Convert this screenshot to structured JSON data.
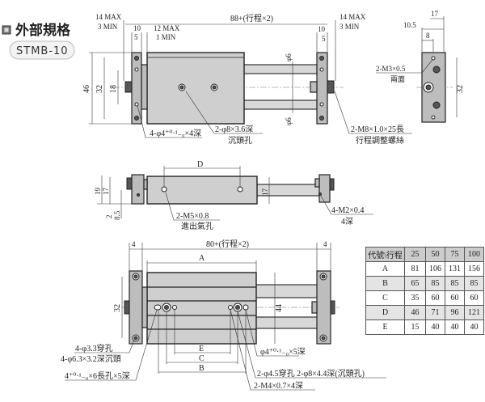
{
  "header": {
    "title": "外部規格",
    "model": "STMB-10",
    "bullet_icon": "square-bullet-icon"
  },
  "top_view": {
    "left_max": "14 MAX",
    "left_min": "3 MIN",
    "total": "88+(行程×2)",
    "dim_10_left": "10",
    "dim_5_left": "5",
    "mid_max": "12 MAX",
    "mid_min": "1 MIN",
    "dim_10_right": "10",
    "dim_5_right": "5",
    "right_max": "14 MAX",
    "right_min": "3 MIN",
    "h46": "46",
    "h32": "32",
    "h18": "18",
    "phi6_top": "φ6",
    "phi6_bottom": "φ6",
    "note_holes": "4-φ4⁺⁰·¹₋₀×4深",
    "note_cbore": "2-φ8×3.6深",
    "note_cbore_sub": "沉頭孔",
    "note_screw": "2-M8×1.0×25長",
    "note_screw_sub": "行程調整螺絲"
  },
  "end_view": {
    "w17": "17",
    "w10_5": "10.5",
    "w8": "8",
    "note": "2-M3×0.5",
    "note_sub": "兩面",
    "h32": "32"
  },
  "side_view": {
    "D": "D",
    "h19": "19",
    "h17": "17",
    "h2": "2",
    "h8_5": "8.5",
    "h17_right": "17",
    "note_port": "2-M5×0.8",
    "note_port_sub": "進出氣孔",
    "note_tap": "4-M2×0.4",
    "note_tap_sub": "4深"
  },
  "bottom_view": {
    "left4": "4",
    "total": "80+(行程×2)",
    "right4": "4",
    "A": "A",
    "h32": "32",
    "h44": "44",
    "E": "E",
    "C": "C",
    "B": "B",
    "note1": "4-φ3.3穿孔",
    "note2": "4-φ6.3×3.2深沉頭",
    "note3": "4⁺⁰·¹₋₀×6長孔×5深",
    "note4": "φ4⁺⁰·¹₋₀×5深",
    "note5": "2-φ4.5穿孔 2-φ8×4.4深(沉頭孔)",
    "note6": "2-M4×0.7×4深"
  },
  "table": {
    "header": [
      "代號\\行程",
      "25",
      "50",
      "75",
      "100"
    ],
    "rows": [
      [
        "A",
        "81",
        "106",
        "131",
        "156"
      ],
      [
        "B",
        "65",
        "85",
        "85",
        "85"
      ],
      [
        "C",
        "35",
        "60",
        "60",
        "60"
      ],
      [
        "D",
        "46",
        "71",
        "96",
        "121"
      ],
      [
        "E",
        "15",
        "40",
        "40",
        "40"
      ]
    ]
  }
}
